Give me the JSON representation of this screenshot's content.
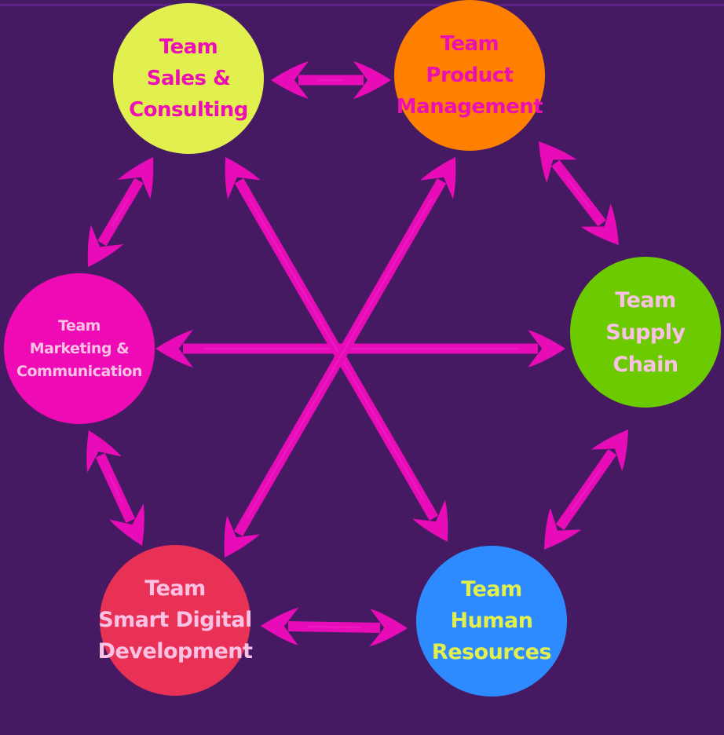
{
  "diagram": {
    "type": "team-network",
    "background_color": "#461A62",
    "connector_color": "#E80CB8",
    "nodes": [
      {
        "id": "sales",
        "label": "Team\nSales &\nConsulting",
        "fill": "#E2F04F",
        "text_color": "#EC0FB4"
      },
      {
        "id": "product",
        "label": "Team\nProduct\nManagement",
        "fill": "#FF8000",
        "text_color": "#EC0FB4"
      },
      {
        "id": "marketing",
        "label": "Team\nMarketing &\nCommunication",
        "fill": "#EE0AB4",
        "text_color": "#F9C2E4"
      },
      {
        "id": "supply",
        "label": "Team\nSupply Chain",
        "fill": "#6CCA00",
        "text_color": "#F9C2E4"
      },
      {
        "id": "digital",
        "label": "Team\nSmart Digital\nDevelopment",
        "fill": "#E93055",
        "text_color": "#F9C2E4"
      },
      {
        "id": "hr",
        "label": "Team\nHuman\nResources",
        "fill": "#2E8BFF",
        "text_color": "#E2F04F"
      }
    ],
    "connections": [
      {
        "from": "sales",
        "to": "product",
        "direction": "both"
      },
      {
        "from": "product",
        "to": "supply",
        "direction": "both"
      },
      {
        "from": "supply",
        "to": "hr",
        "direction": "both"
      },
      {
        "from": "hr",
        "to": "digital",
        "direction": "both"
      },
      {
        "from": "digital",
        "to": "marketing",
        "direction": "both"
      },
      {
        "from": "marketing",
        "to": "sales",
        "direction": "both"
      },
      {
        "from": "marketing",
        "to": "supply",
        "direction": "both"
      },
      {
        "from": "sales",
        "to": "hr",
        "direction": "both"
      },
      {
        "from": "product",
        "to": "digital",
        "direction": "both"
      }
    ]
  }
}
